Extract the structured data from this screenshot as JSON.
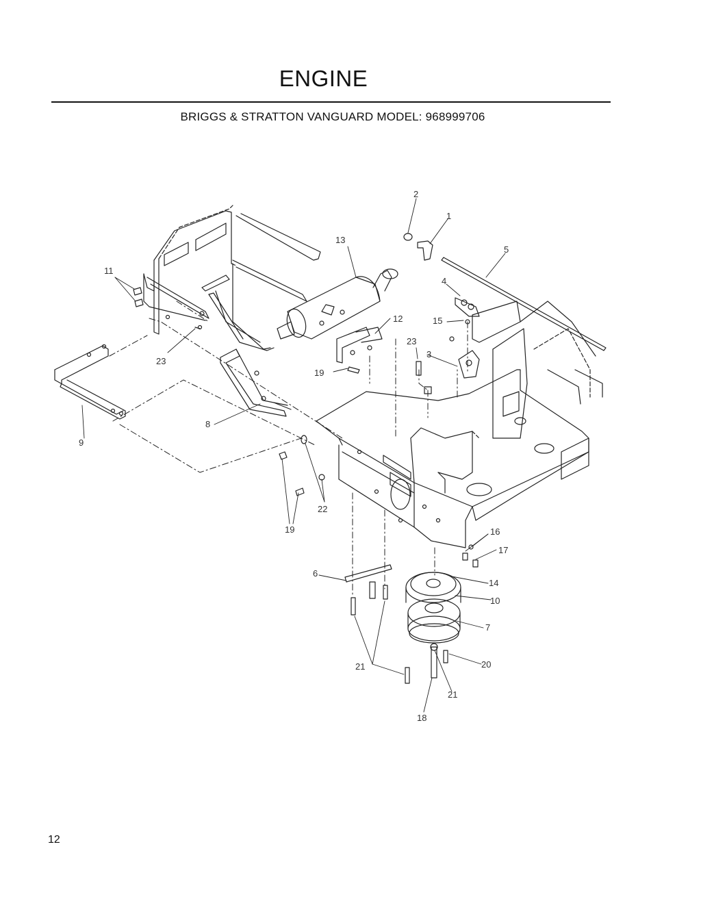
{
  "header": {
    "title": "ENGINE",
    "subtitle": "BRIGGS & STRATTON VANGUARD MODEL: 968999706"
  },
  "callouts": {
    "c1": "1",
    "c2": "2",
    "c3": "3",
    "c4": "4",
    "c5": "5",
    "c6": "6",
    "c7": "7",
    "c8": "8",
    "c9": "9",
    "c10": "10",
    "c11": "11",
    "c12": "12",
    "c13": "13",
    "c14": "14",
    "c15": "15",
    "c16": "16",
    "c17": "17",
    "c18": "18",
    "c19a": "19",
    "c19b": "19",
    "c20": "20",
    "c21a": "21",
    "c21b": "21",
    "c22": "22",
    "c23a": "23",
    "c23b": "23"
  },
  "footer": {
    "page_number": "12"
  }
}
